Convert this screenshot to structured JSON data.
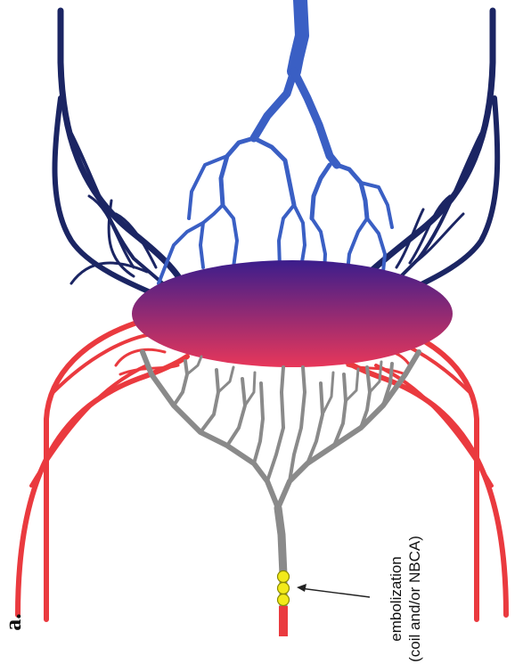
{
  "figure": {
    "panel_label": "a.",
    "annotation_line1": "embolization",
    "annotation_line2": "(coil and/or NBCA)"
  },
  "colors": {
    "draining_vein": "#3a5fc4",
    "outer_vein": "#1b2563",
    "artery": "#ea3a3f",
    "arterial_feeder": "#8a8a8a",
    "nidus_top": "#3b1d8c",
    "nidus_bottom": "#e8375a",
    "embolic_material": "#f2ea1a",
    "embolic_outline": "#8a8a00"
  }
}
